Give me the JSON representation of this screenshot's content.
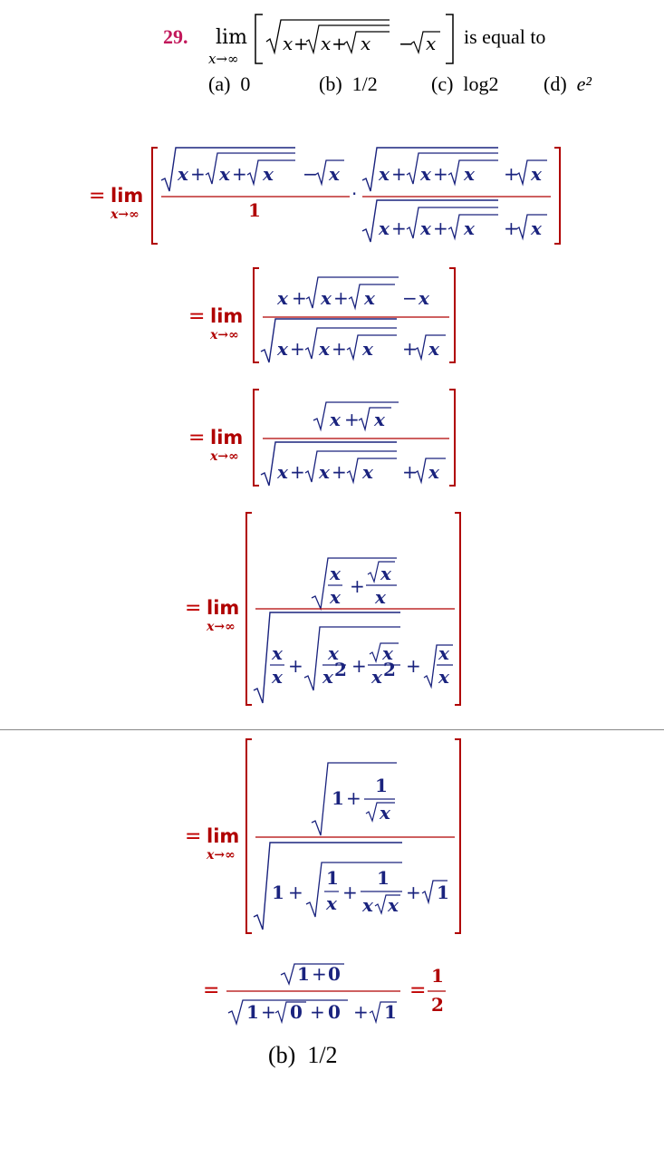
{
  "question": {
    "number": "29.",
    "lim": "lim",
    "lim_sub": "x→∞",
    "tail": "is equal to",
    "options": [
      {
        "label": "(a)",
        "value": "0"
      },
      {
        "label": "(b)",
        "value": "1/2"
      },
      {
        "label": "(c)",
        "value": "log2"
      },
      {
        "label": "(d)",
        "value": "e²"
      }
    ]
  },
  "solution": {
    "lim": "lim",
    "lim_sub": "x→∞",
    "eq": "=",
    "one": "1",
    "zero": "0",
    "final_num": "1",
    "final_den": "2"
  },
  "answer": {
    "label": "(b)",
    "value": "1/2"
  }
}
